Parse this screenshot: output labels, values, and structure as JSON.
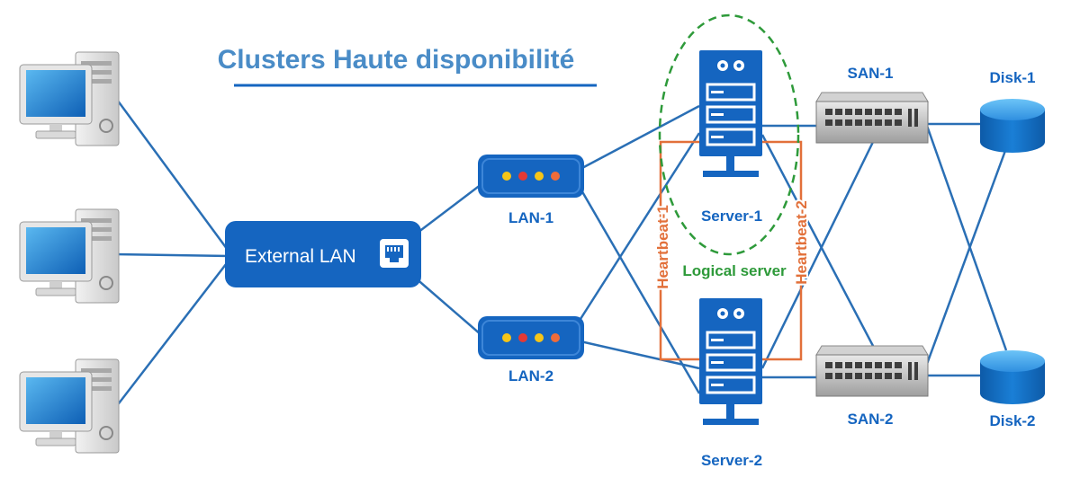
{
  "title": "Clusters Haute disponibilité",
  "external_lan": {
    "label": "External LAN"
  },
  "lans": [
    {
      "label": "LAN-1"
    },
    {
      "label": "LAN-2"
    }
  ],
  "servers": [
    {
      "label": "Server-1"
    },
    {
      "label": "Server-2"
    }
  ],
  "logical_server": {
    "label": "Logical server"
  },
  "heartbeats": [
    {
      "label": "Heartbeat-1"
    },
    {
      "label": "Heartbeat-2"
    }
  ],
  "sans": [
    {
      "label": "SAN-1"
    },
    {
      "label": "SAN-2"
    }
  ],
  "disks": [
    {
      "label": "Disk-1"
    },
    {
      "label": "Disk-2"
    }
  ],
  "colors": {
    "primary_blue": "#1565c0",
    "link_line": "#2a6fb5",
    "title_blue": "#4a8cc7",
    "logical_green": "#2e9a3a",
    "heartbeat_orange": "#e2703a",
    "lan_led_colors": [
      "#f5c518",
      "#e53935",
      "#f5c518",
      "#ef6c3a"
    ]
  },
  "icons": {
    "client": "desktop-computer-icon",
    "external_lan": "ethernet-port-icon",
    "server": "server-rack-icon",
    "san": "network-switch-icon",
    "disk": "disk-cylinder-icon"
  }
}
